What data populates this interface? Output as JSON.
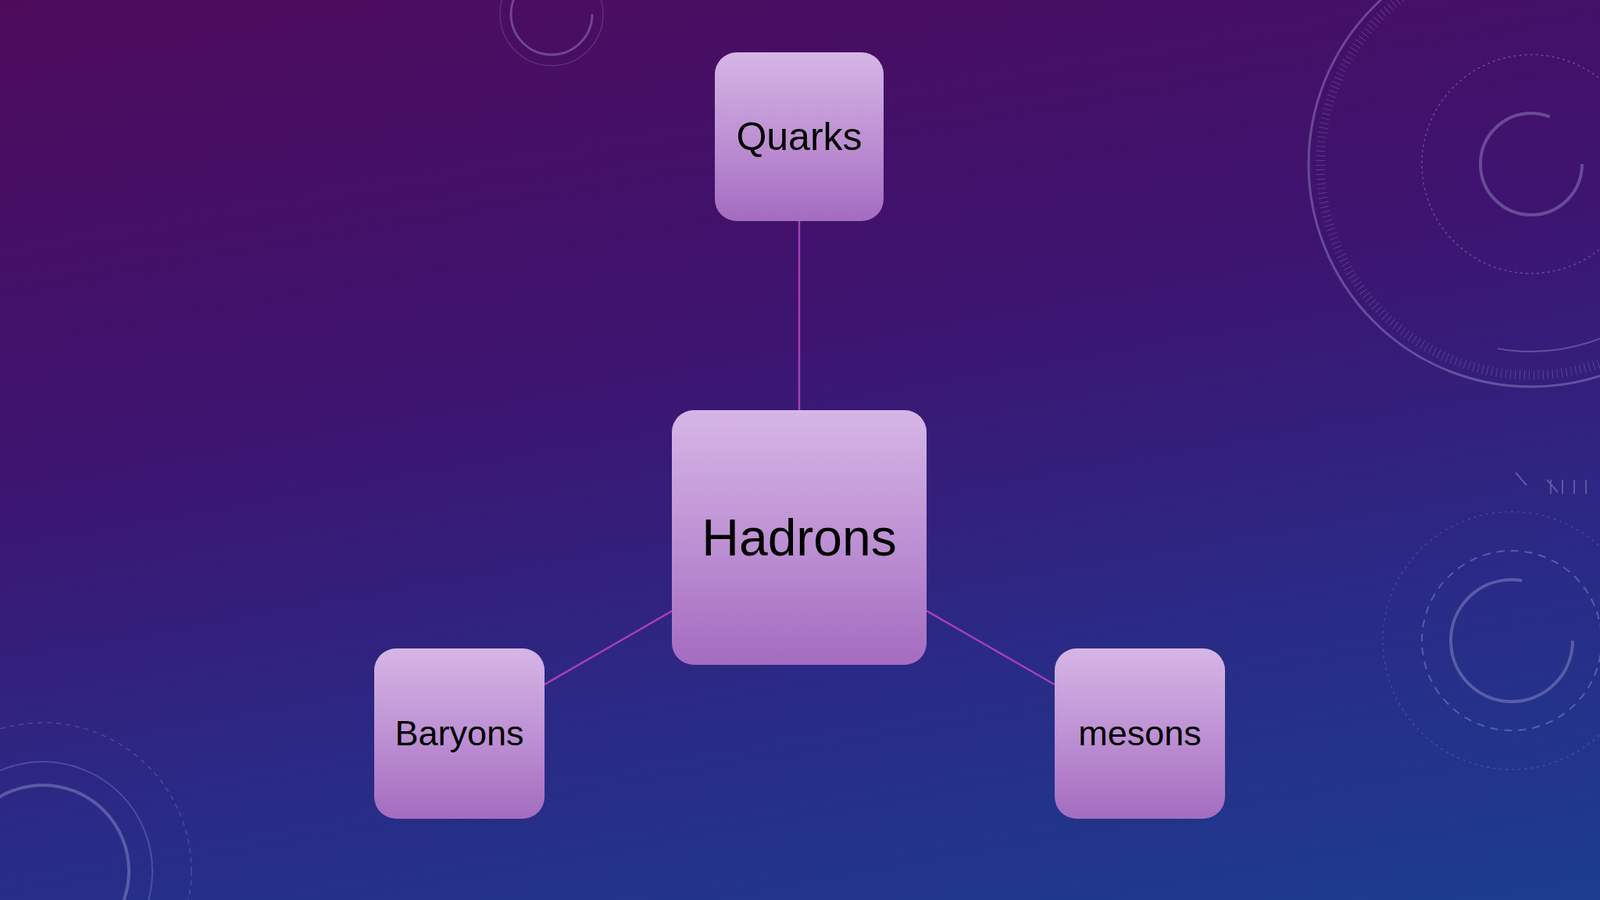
{
  "diagram": {
    "nodes": [
      {
        "text": [
          "Quarks"
        ]
      },
      {
        "text": [
          "Hadrons"
        ]
      },
      {
        "text": [
          "Baryons"
        ]
      },
      {
        "text": [
          "mesons"
        ]
      }
    ],
    "edges": [
      {
        "from": 0,
        "to": 1,
        "arrow": "none"
      },
      {
        "from": 1,
        "to": 2,
        "arrow": "none"
      },
      {
        "from": 1,
        "to": 3,
        "arrow": "none"
      }
    ]
  }
}
